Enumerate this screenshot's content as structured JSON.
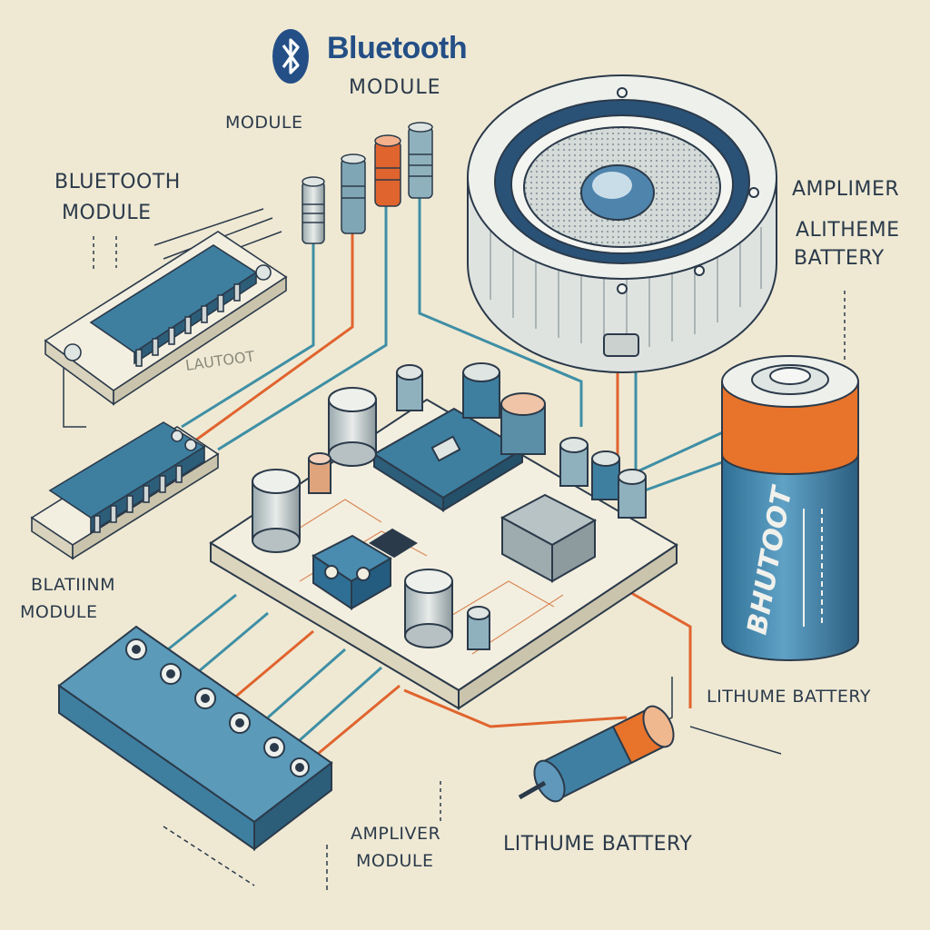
{
  "brand": {
    "name": "Bluetooth",
    "subtitle": "MODULE",
    "icon": "bluetooth-icon",
    "color": "#244f86"
  },
  "labels": {
    "module_top": "MODULE",
    "bluetooth_module_left_line1": "BLUETOOTH",
    "bluetooth_module_left_line2": "MODULE",
    "amplimer": "AMPLIMER",
    "alitheme_line1": "ALITHEME",
    "alitheme_line2": "BATTERY",
    "blatiinm_line1": "BLATIINM",
    "blatiinm_line2": "MODULE",
    "lithume_battery_right": "LITHUME BATTERY",
    "ampliver_line1": "AMPLIVER",
    "ampliver_line2": "MODULE",
    "lithume_battery_bottom": "LITHUME BATTERY",
    "board_silk": "LAUTOOT",
    "battery_print": "BHUTOOT"
  },
  "colors": {
    "background": "#efe9d4",
    "ink": "#2b3a4a",
    "board_blue": "#3e7fa0",
    "wire_orange": "#e0642e",
    "wire_teal": "#3f8fa5",
    "battery_orange": "#e8732a"
  }
}
